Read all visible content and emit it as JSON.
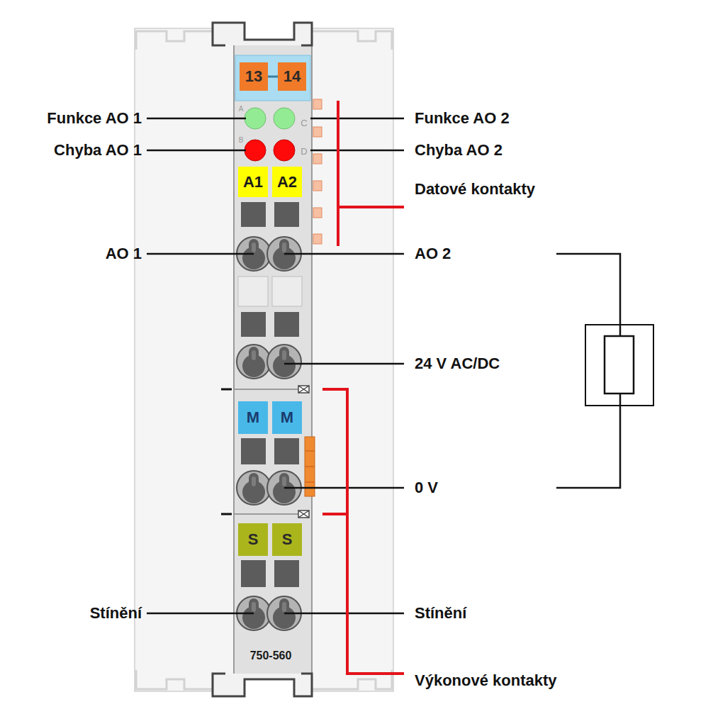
{
  "diagram": {
    "nodes": [
      {
        "text": [
          "13"
        ]
      },
      {
        "text": [
          "14"
        ]
      },
      {
        "text": [
          "A1"
        ]
      },
      {
        "text": [
          "A2"
        ]
      },
      {
        "text": [
          "M"
        ]
      },
      {
        "text": [
          "M"
        ]
      },
      {
        "text": [
          "S"
        ]
      },
      {
        "text": [
          "S"
        ]
      }
    ],
    "labels": [
      "Funkce AO 1",
      "Chyba AO 1",
      "AO 1",
      "Stínění",
      "Funkce AO 2",
      "Chyba AO 2",
      "Datové kontakty",
      "AO 2",
      "24 V AC/DC",
      "0 V",
      "Stínění",
      "Výkonové kontakty",
      "750-560",
      "A",
      "B",
      "C",
      "D"
    ]
  }
}
